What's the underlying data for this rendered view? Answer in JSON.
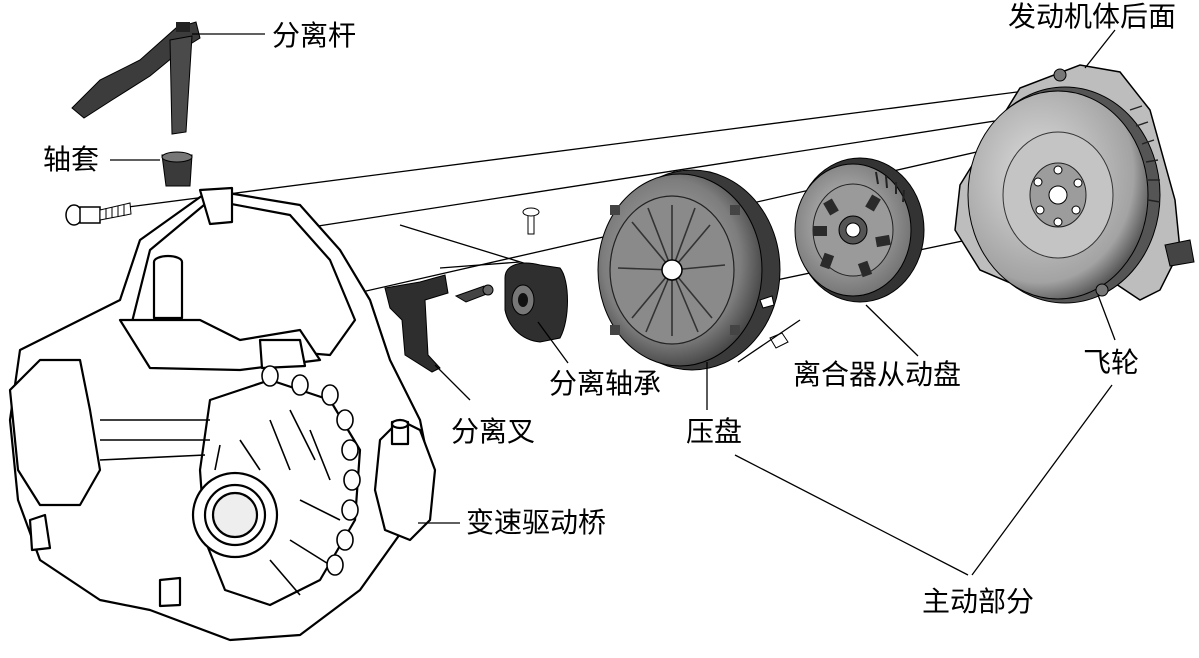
{
  "labels": {
    "release_lever": "分离杆",
    "sleeve": "轴套",
    "release_fork": "分离叉",
    "release_bearing": "分离轴承",
    "pressure_plate": "压盘",
    "clutch_driven_disc": "离合器从动盘",
    "flywheel": "飞轮",
    "engine_block_rear": "发动机体后面",
    "transaxle": "变速驱动桥",
    "driving_part": "主动部分"
  }
}
